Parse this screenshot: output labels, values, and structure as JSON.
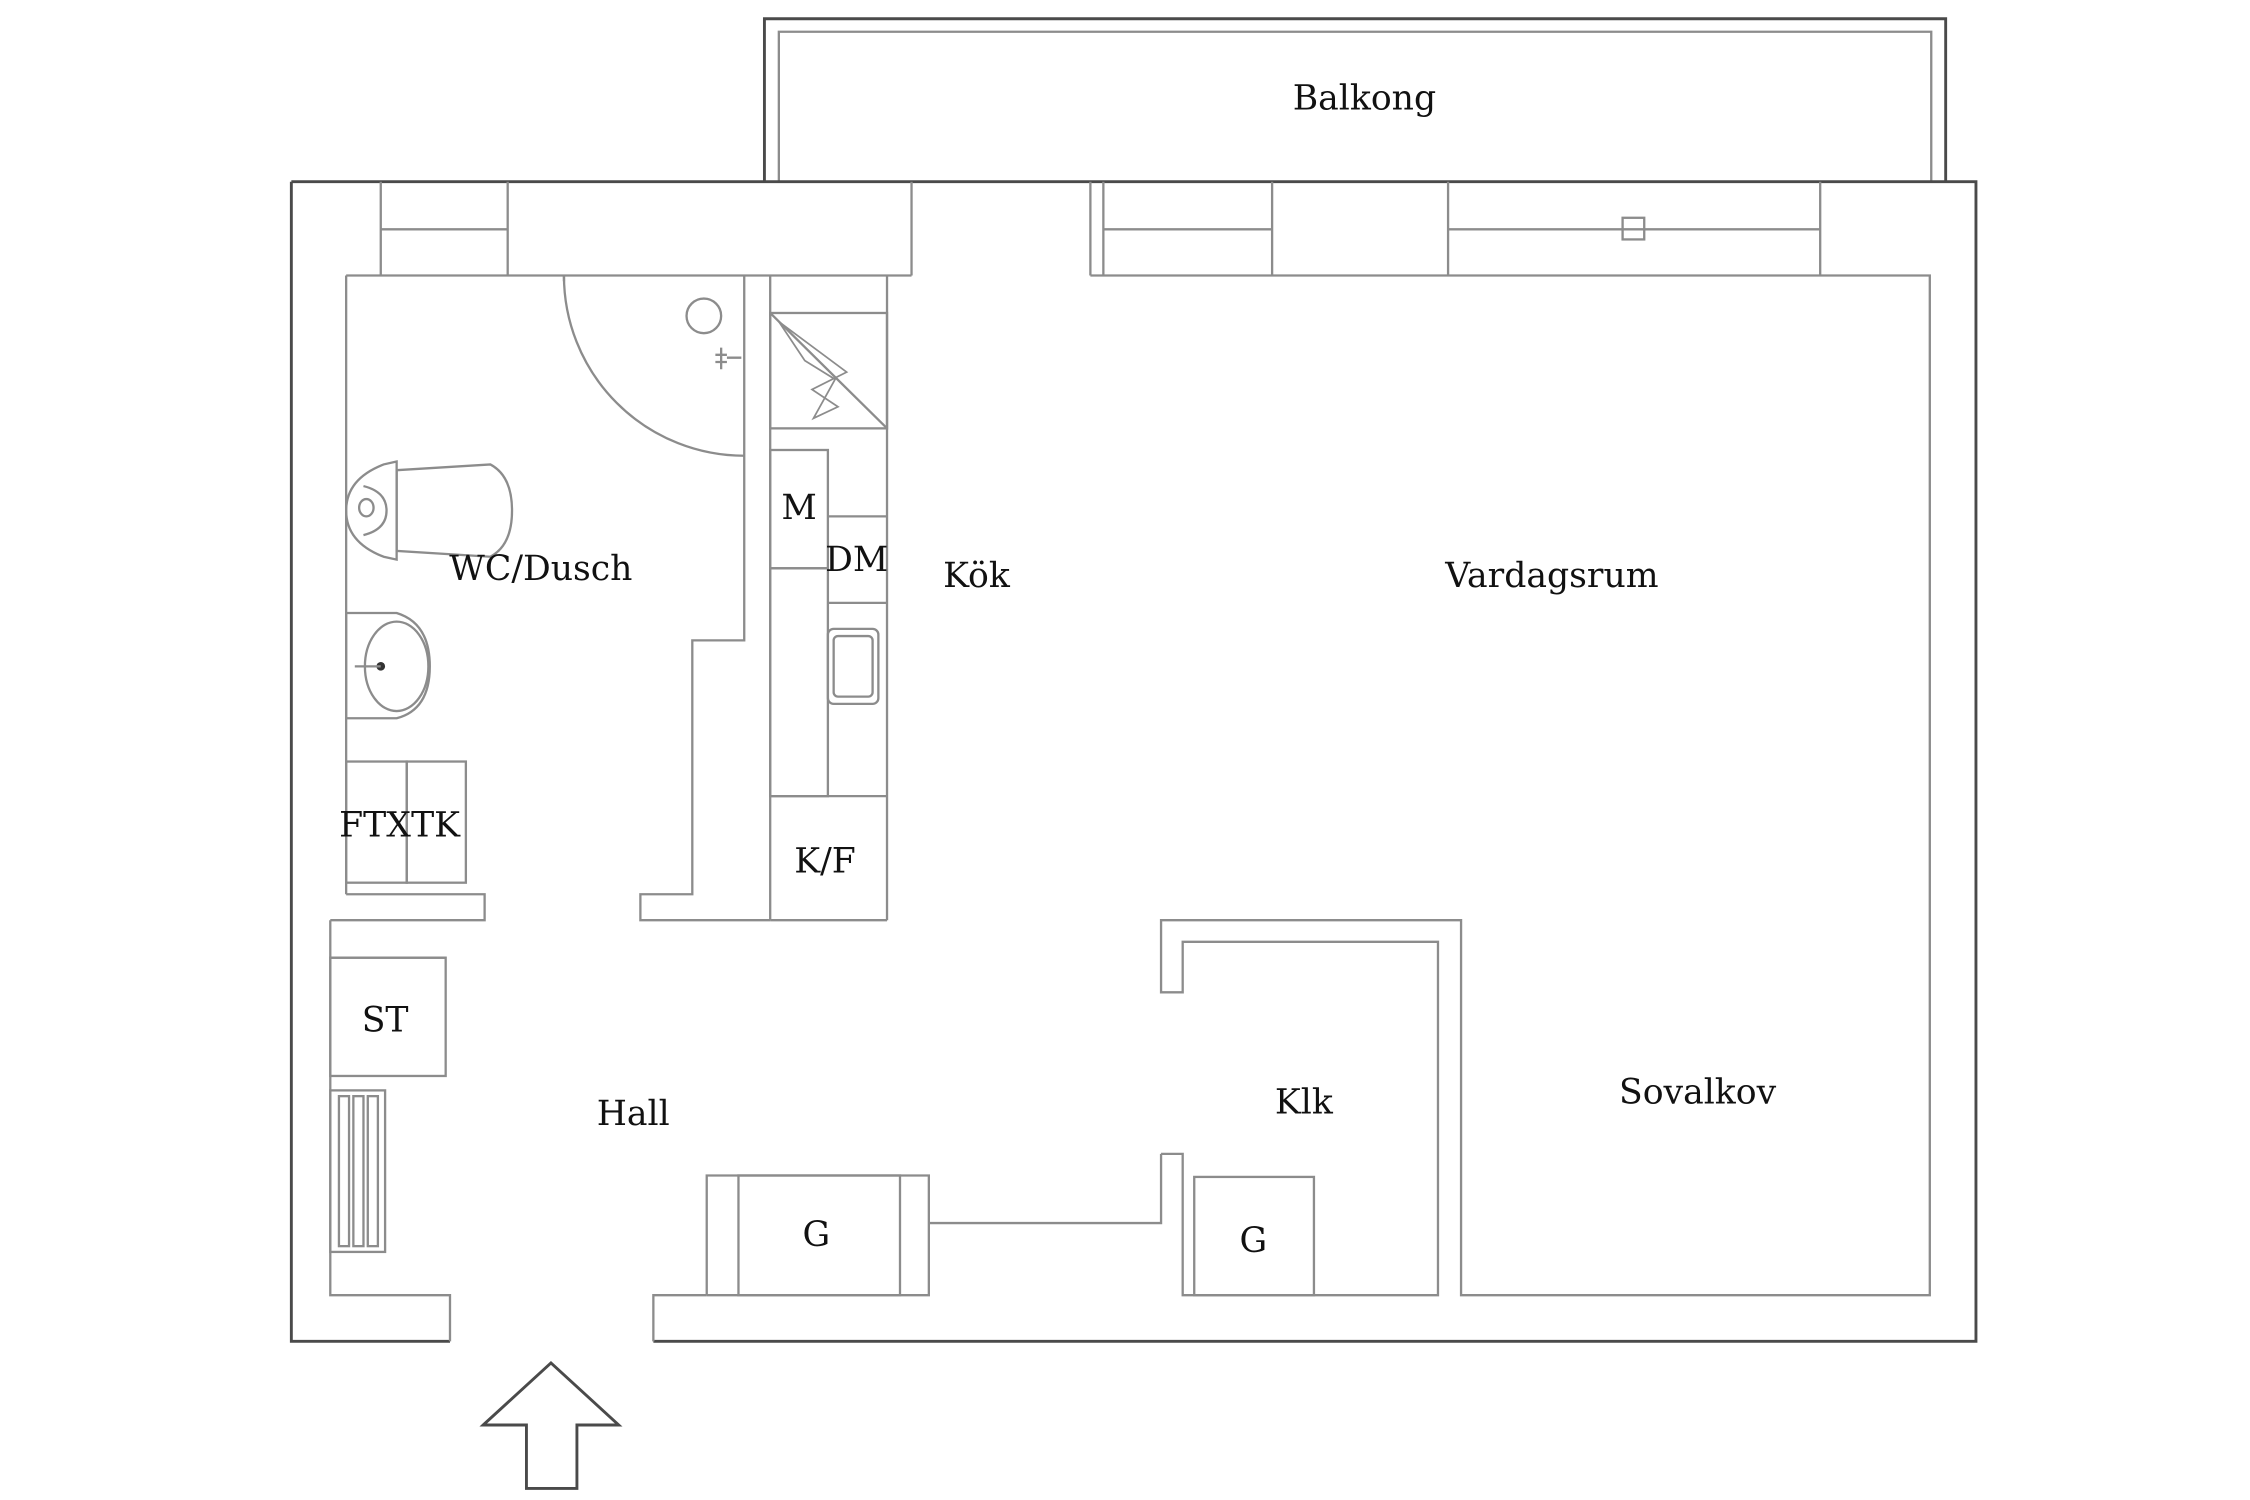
{
  "rooms": {
    "balkong": "Balkong",
    "wc_dusch": "WC/Dusch",
    "kok": "Kök",
    "vardagsrum": "Vardagsrum",
    "hall": "Hall",
    "klk": "Klk",
    "sovalkov": "Sovalkov"
  },
  "fixtures": {
    "microwave": "M",
    "dishwasher": "DM",
    "fridge_freezer": "K/F",
    "ventilation": "FTX",
    "dryer": "TK",
    "storage": "ST",
    "wardrobe_hall": "G",
    "wardrobe_klk": "G"
  }
}
